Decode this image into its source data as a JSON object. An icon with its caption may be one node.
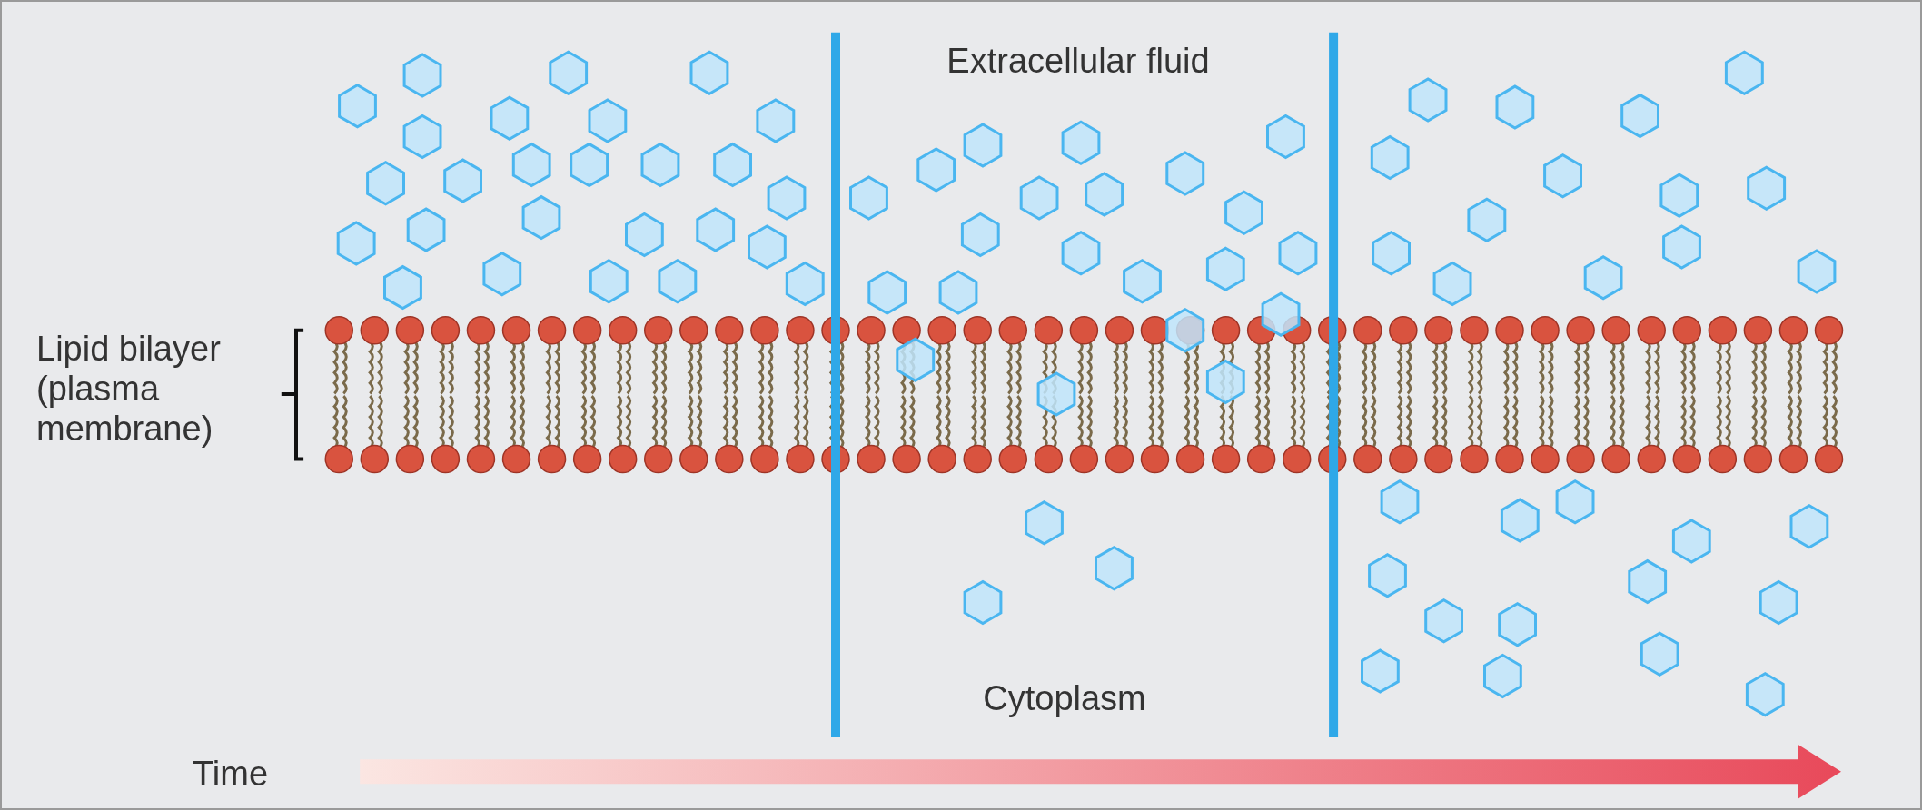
{
  "diagram": {
    "labels": [
      "Extracellular fluid",
      "Lipid bilayer (plasma membrane)",
      "Cytoplasm",
      "Time"
    ]
  }
}
